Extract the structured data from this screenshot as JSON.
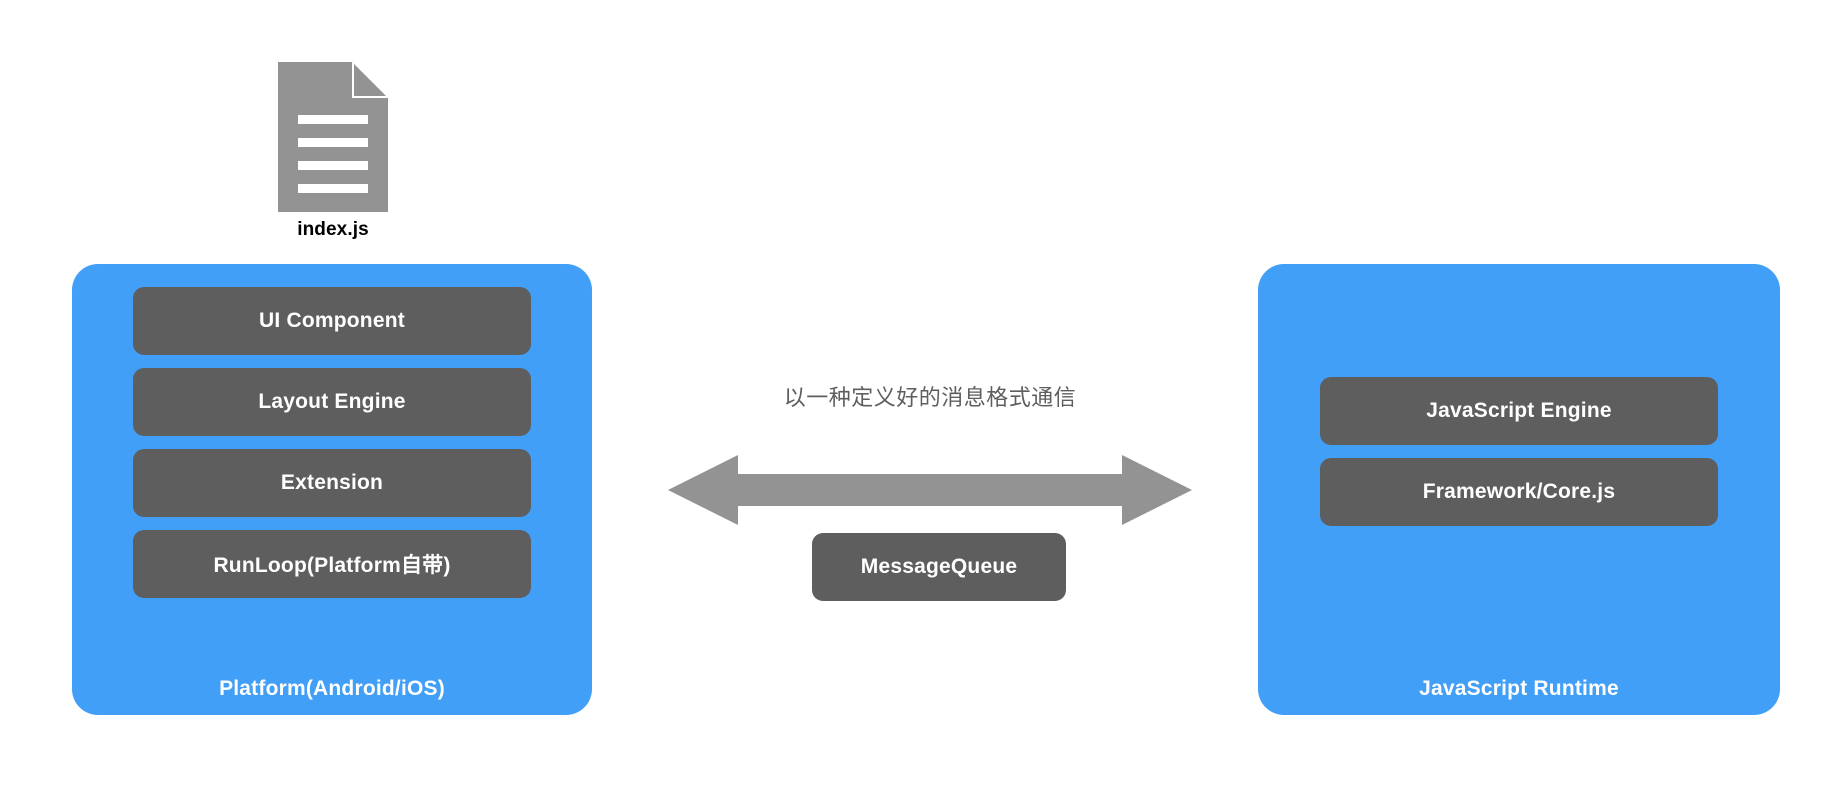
{
  "diagram": {
    "title": "Platform / JavaScript Runtime bridge architecture",
    "colors": {
      "panel_blue": "#419ff7",
      "box_gray": "#5e5e5e",
      "arrow_gray": "#939393",
      "icon_gray": "#939393",
      "text_white": "#ffffff",
      "text_dark": "#000000",
      "caption_gray": "#5e5e5e",
      "background": "#ffffff"
    },
    "entry_file": {
      "icon": "document-file-icon",
      "label": "index.js"
    },
    "left_panel": {
      "footer_label": "Platform(Android/iOS)",
      "boxes": [
        {
          "label": "UI Component"
        },
        {
          "label": "Layout Engine"
        },
        {
          "label": "Extension"
        },
        {
          "label": "RunLoop(Platform自带)"
        }
      ]
    },
    "right_panel": {
      "footer_label": "JavaScript Runtime",
      "boxes": [
        {
          "label": "JavaScript Engine"
        },
        {
          "label": "Framework/Core.js"
        }
      ]
    },
    "bridge": {
      "caption": "以一种定义好的消息格式通信",
      "arrow": "double-headed-horizontal-arrow",
      "queue_label": "MessageQueue"
    }
  }
}
